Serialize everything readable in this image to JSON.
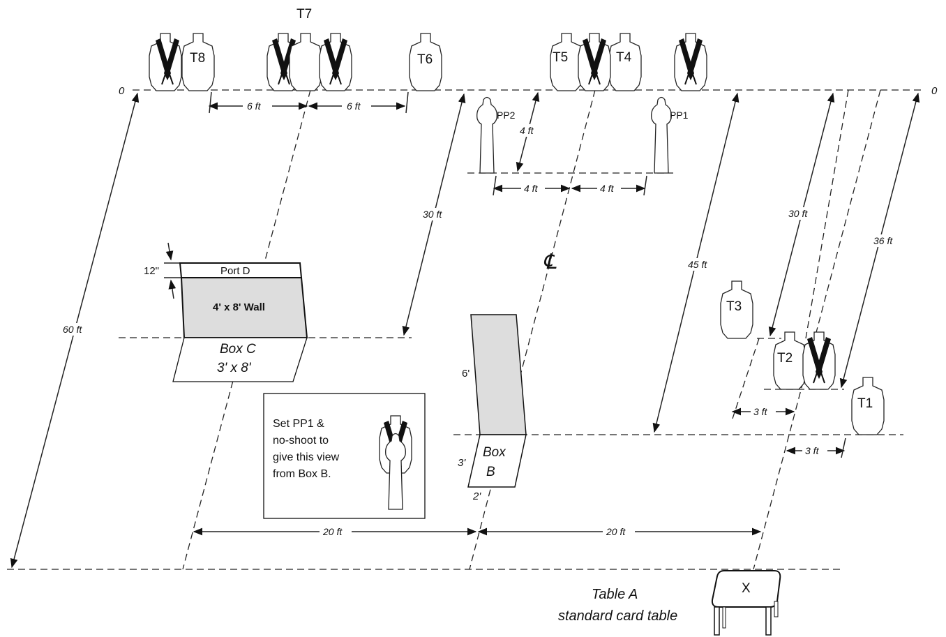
{
  "labels": {
    "zero_left": "0",
    "zero_right": "0",
    "t8": "T8",
    "t7": "T7",
    "t6": "T6",
    "t5": "T5",
    "t4": "T4",
    "t3": "T3",
    "t2": "T2",
    "t1": "T1",
    "pp2": "PP2",
    "pp1": "PP1",
    "six_ft_a": "6 ft",
    "six_ft_b": "6 ft",
    "four_ft_v": "4 ft",
    "four_ft_a": "4 ft",
    "four_ft_b": "4 ft",
    "thirty_ft_mid": "30 ft",
    "thirty_ft_right": "30 ft",
    "thirtysix_ft": "36 ft",
    "fortyfive_ft": "45 ft",
    "sixty_ft": "60 ft",
    "twenty_ft_a": "20 ft",
    "twenty_ft_b": "20 ft",
    "three_ft_a": "3 ft",
    "three_ft_b": "3 ft",
    "twelve_in": "12\"",
    "port_d": "Port D",
    "wall": "4' x 8' Wall",
    "box_c_line1": "Box C",
    "box_c_line2": "3' x 8'",
    "box_b_line1": "Box",
    "box_b_line2": "B",
    "six_prime": "6'",
    "three_prime": "3'",
    "two_prime": "2'",
    "centerline": "℄",
    "note_lines": [
      "Set PP1 &",
      "no-shoot to",
      "give this view",
      "from Box B."
    ],
    "table_x": "X",
    "table_line1": "Table A",
    "table_line2": "standard card table"
  }
}
